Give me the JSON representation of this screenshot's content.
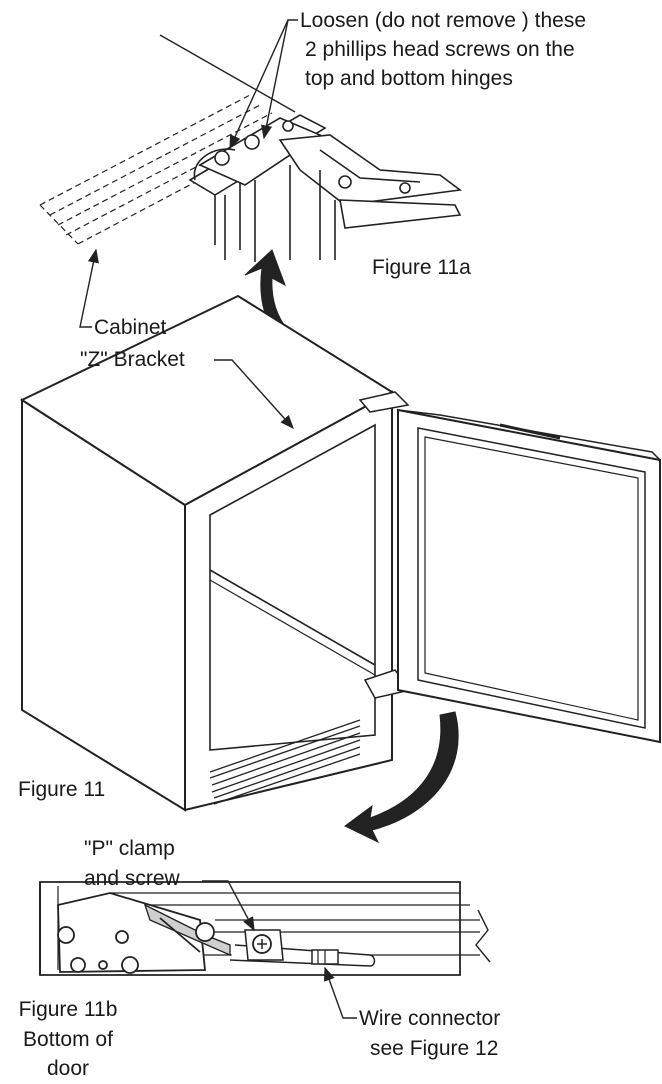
{
  "callouts": {
    "loosen_line1": "Loosen (do not remove ) these",
    "loosen_line2": "2 phillips head screws on the",
    "loosen_line3": "top and bottom hinges",
    "cabinet": "Cabinet",
    "z_bracket": "\"Z\" Bracket",
    "p_clamp_line1": "\"P\" clamp",
    "p_clamp_line2": "and screw",
    "wire_line1": "Wire connector",
    "wire_line2": "see Figure 12"
  },
  "figures": {
    "fig11a": "Figure 11a",
    "fig11": "Figure 11",
    "fig11b_line1": "Figure 11b",
    "fig11b_line2": "Bottom of",
    "fig11b_line3": "door"
  },
  "colors": {
    "line": "#222222",
    "fill": "#ffffff",
    "shade": "#cfcfcf"
  }
}
